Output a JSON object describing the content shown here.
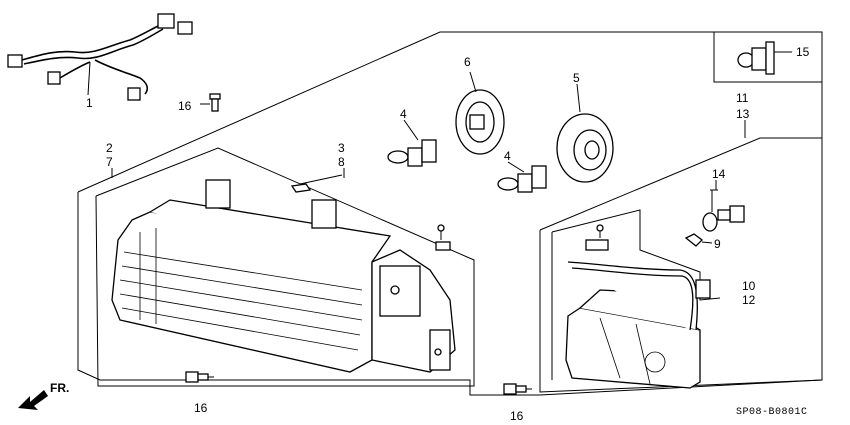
{
  "diagram": {
    "code": "SP08-B0801C",
    "direction_label": "FR.",
    "callouts": {
      "c1": "1",
      "c2": "2",
      "c7": "7",
      "c3": "3",
      "c8": "8",
      "c4a": "4",
      "c4b": "4",
      "c5": "5",
      "c6": "6",
      "c9": "9",
      "c10": "10",
      "c12": "12",
      "c11": "11",
      "c13": "13",
      "c14": "14",
      "c15": "15",
      "c16a": "16",
      "c16b": "16",
      "c16c": "16"
    }
  }
}
